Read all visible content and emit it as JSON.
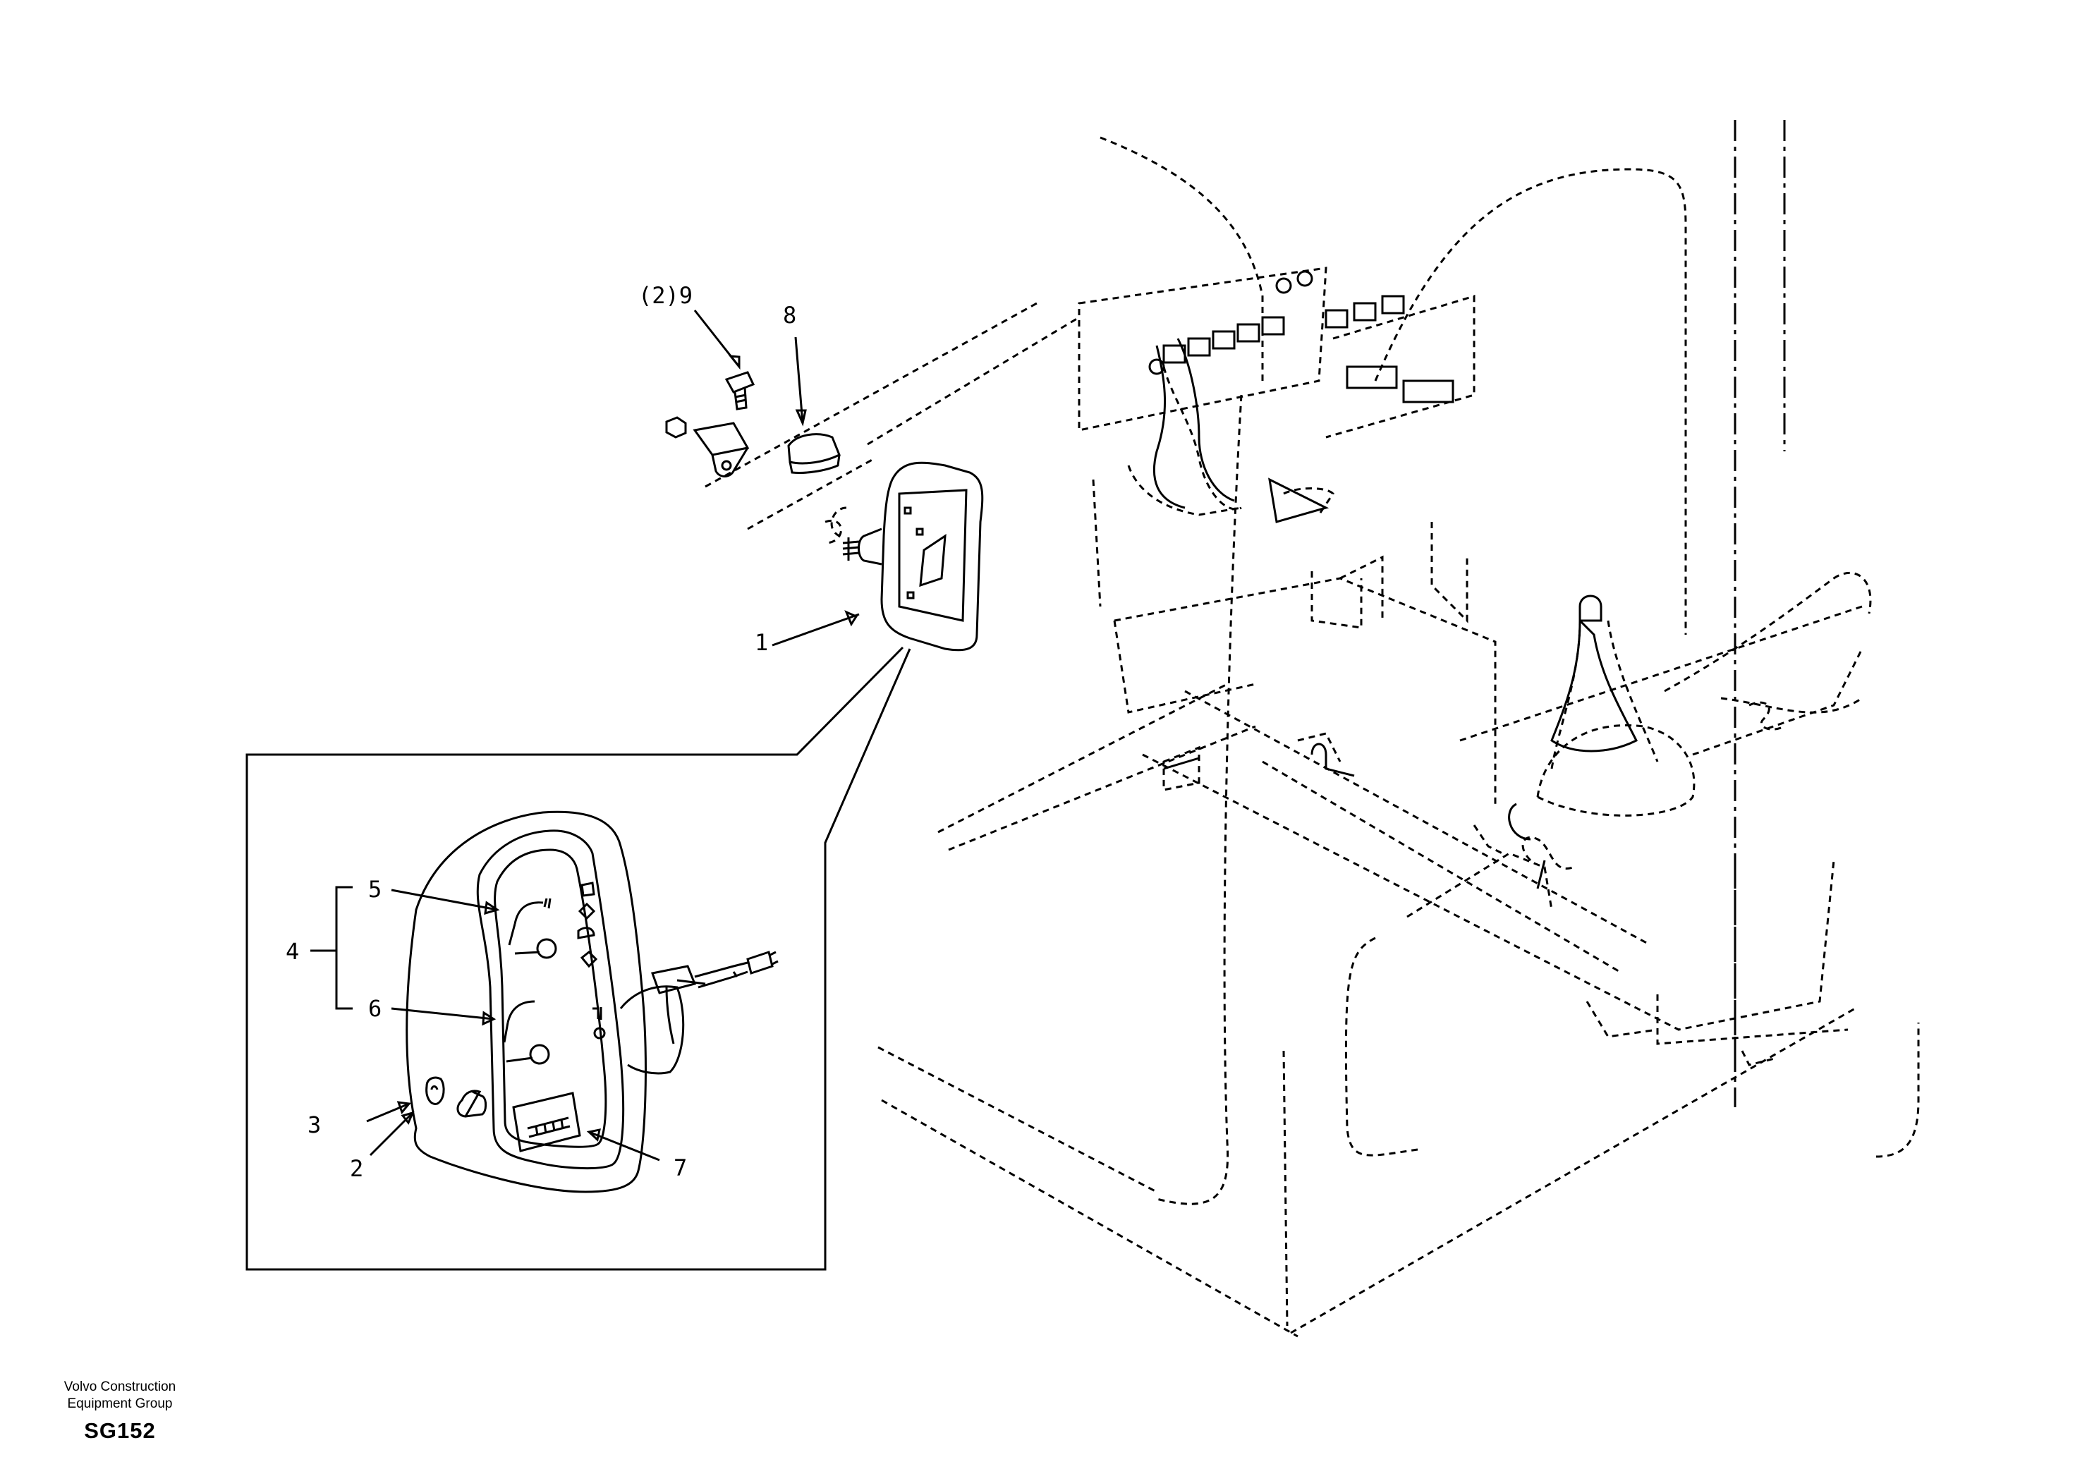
{
  "callouts": {
    "c1": "1",
    "c2": "2",
    "c3": "3",
    "c4": "4",
    "c5": "5",
    "c6": "6",
    "c7": "7",
    "c8": "8",
    "c9": "(2)9"
  },
  "footer": {
    "org_line1": "Volvo Construction",
    "org_line2": "Equipment Group",
    "code": "SG152"
  }
}
